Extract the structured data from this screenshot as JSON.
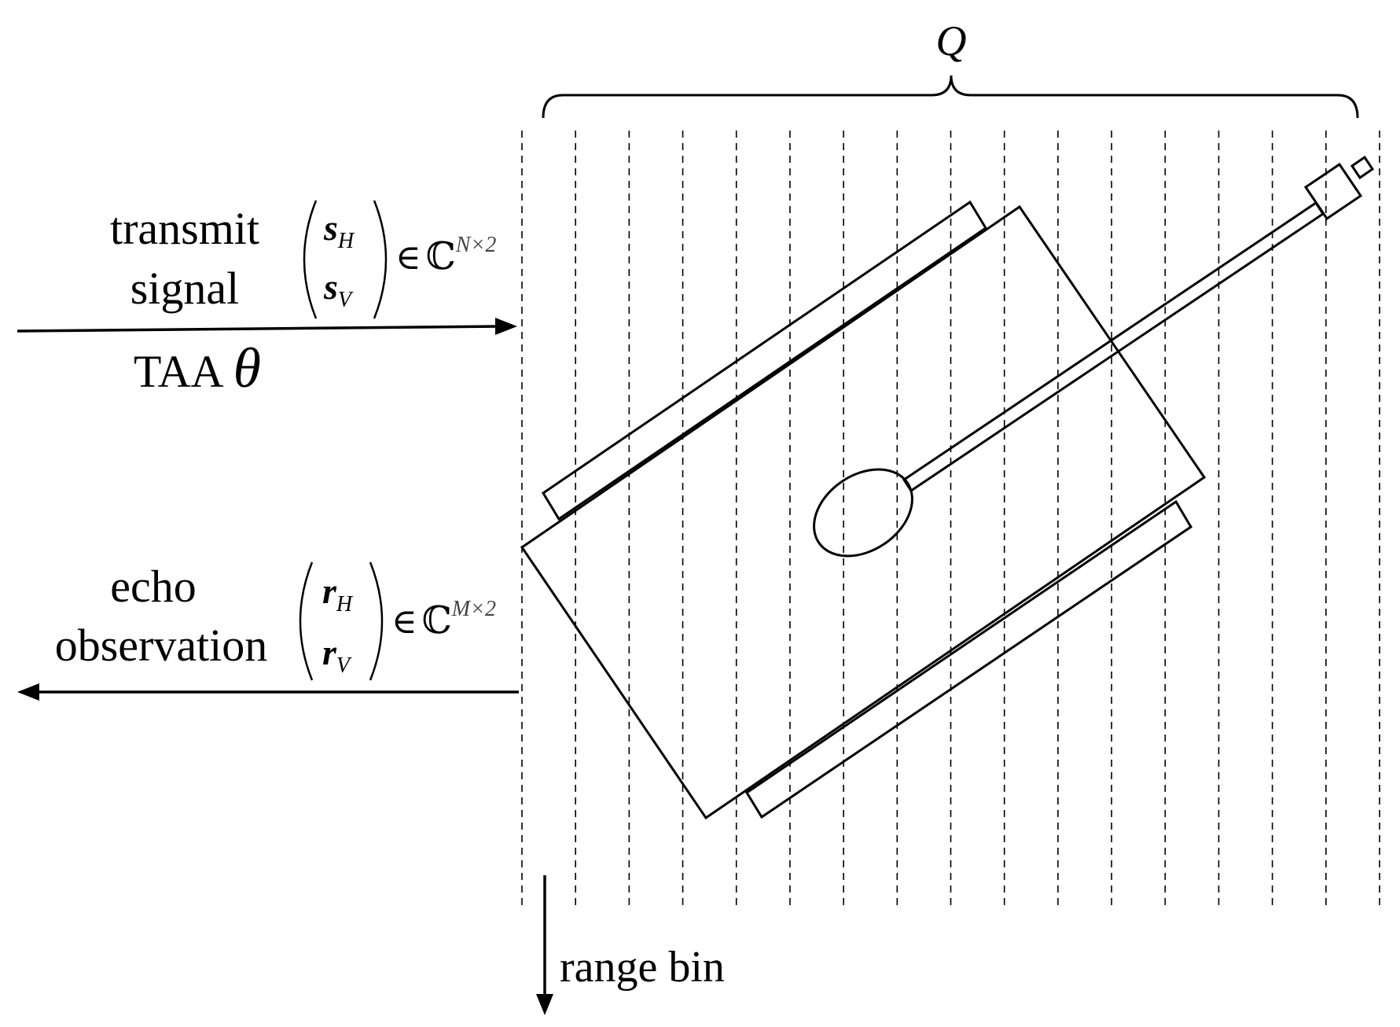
{
  "brace_label": "Q",
  "transmit": {
    "line1": "transmit",
    "line2": "signal",
    "vec_top": "s",
    "vec_top_sub": "H",
    "vec_bottom": "s",
    "vec_bottom_sub": "V",
    "member_symbol": "∈",
    "space": "ℂ",
    "dim": "N×2",
    "angle_label": "TAA",
    "angle_symbol": "θ"
  },
  "echo": {
    "line1": "echo",
    "line2": "observation",
    "vec_top": "r",
    "vec_top_sub": "H",
    "vec_bottom": "r",
    "vec_bottom_sub": "V",
    "member_symbol": "∈",
    "space": "ℂ",
    "dim": "M×2"
  },
  "range_label": "range bin",
  "range_bin_count": 17
}
